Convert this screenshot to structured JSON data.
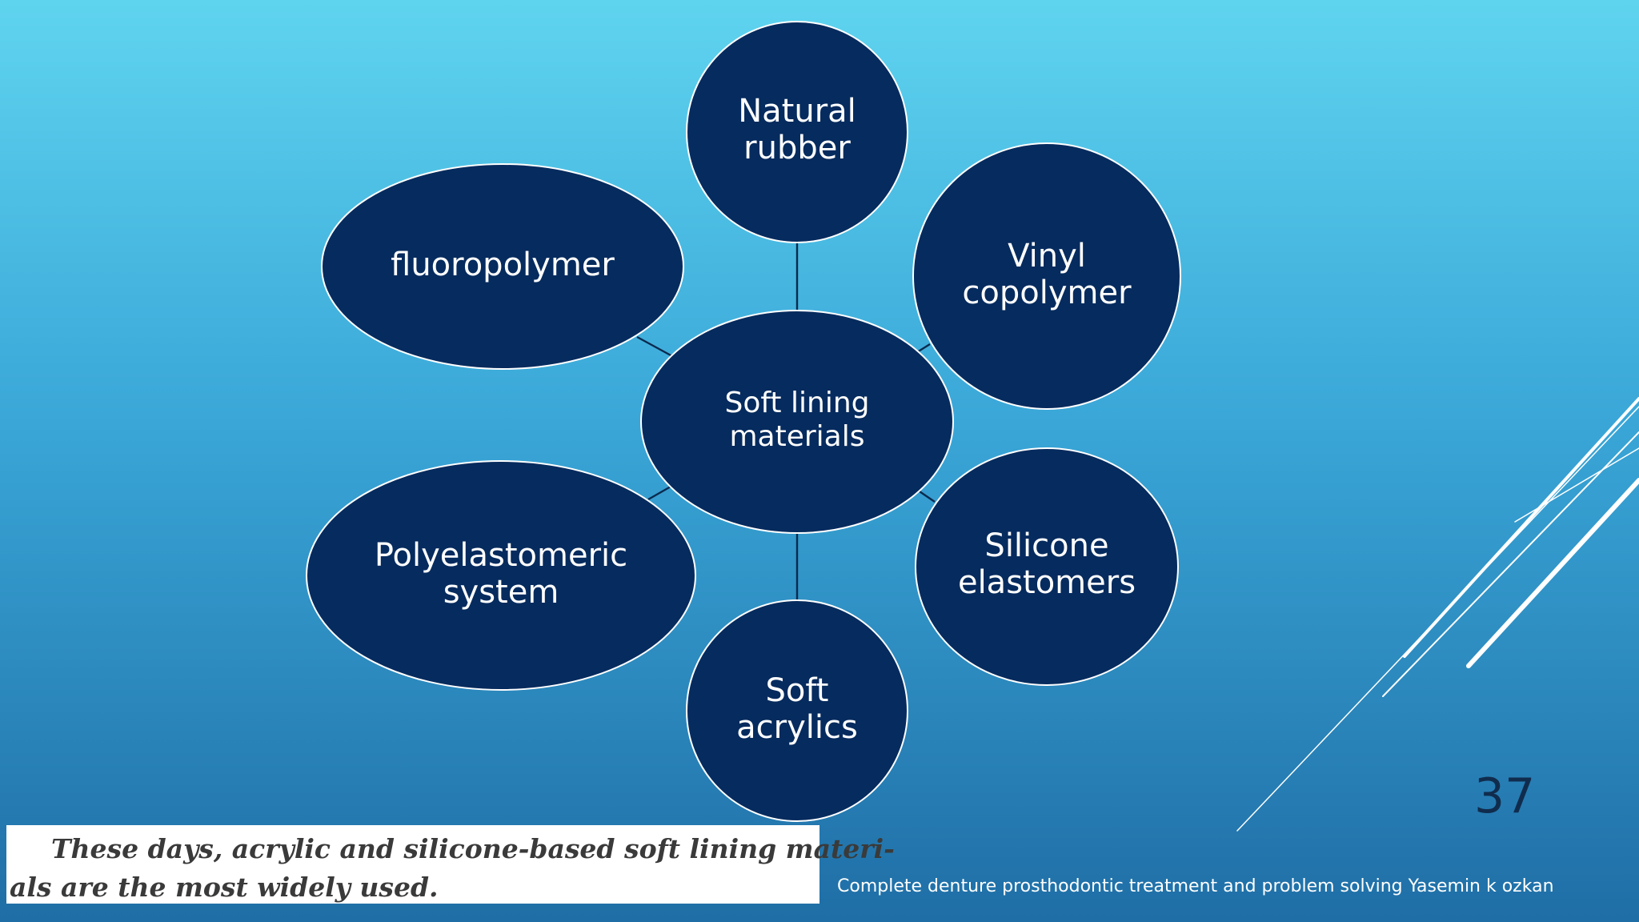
{
  "diagram": {
    "center": {
      "lines": [
        "Soft lining",
        "materials"
      ]
    },
    "nodes": [
      {
        "id": "natural-rubber",
        "lines": [
          "Natural",
          "rubber"
        ]
      },
      {
        "id": "vinyl-copolymer",
        "lines": [
          "Vinyl",
          "copolymer"
        ]
      },
      {
        "id": "silicone-elastomers",
        "lines": [
          "Silicone",
          "elastomers"
        ]
      },
      {
        "id": "soft-acrylics",
        "lines": [
          "Soft",
          "acrylics"
        ]
      },
      {
        "id": "polyelastomeric-system",
        "lines": [
          "Polyelastomeric",
          "system"
        ]
      },
      {
        "id": "fluoropolymer",
        "lines": [
          "fluoropolymer"
        ]
      }
    ],
    "node_fill": "#062b5e",
    "node_stroke": "#ffffff",
    "connector_color": "#0b2a4e"
  },
  "page_number": "37",
  "quote": {
    "line1": "These days, acrylic and silicone-based soft lining materi-",
    "line2": "als are the most widely used."
  },
  "citation": "Complete denture prosthodontic treatment and problem solving Yasemin k ozkan",
  "background": {
    "top": "#5fd4ef",
    "bottom": "#1f6ea6"
  }
}
